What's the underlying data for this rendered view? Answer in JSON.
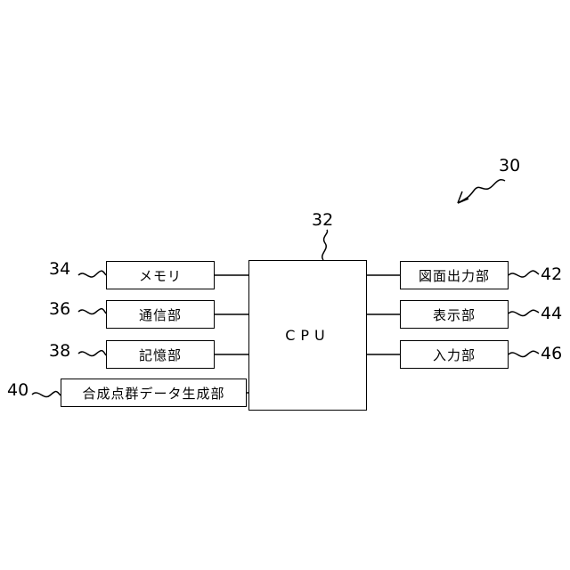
{
  "diagram": {
    "system_ref": "30",
    "cpu": {
      "label": "CPU",
      "ref": "32"
    },
    "left_blocks": [
      {
        "label": "メモリ",
        "ref": "34"
      },
      {
        "label": "通信部",
        "ref": "36"
      },
      {
        "label": "記憶部",
        "ref": "38"
      },
      {
        "label": "合成点群データ生成部",
        "ref": "40"
      }
    ],
    "right_blocks": [
      {
        "label": "図面出力部",
        "ref": "42"
      },
      {
        "label": "表示部",
        "ref": "44"
      },
      {
        "label": "入力部",
        "ref": "46"
      }
    ]
  }
}
